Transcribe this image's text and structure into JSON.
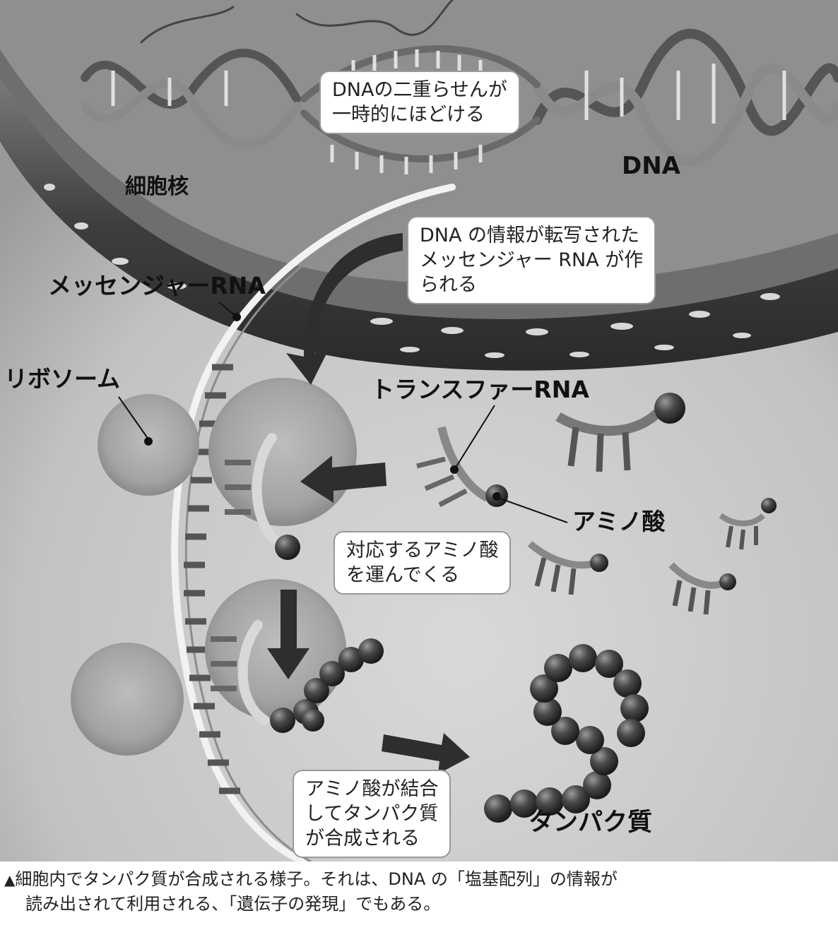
{
  "labels": {
    "nucleus": "細胞核",
    "dna": "DNA",
    "mrna": "メッセンジャーRNA",
    "ribosome": "リボソーム",
    "trna": "トランスファーRNA",
    "amino_acid": "アミノ酸",
    "protein": "タンパク質"
  },
  "callouts": {
    "unwind": "DNAの二重らせんが\n一時的にほどける",
    "transcribe": "DNA の情報が転写された\nメッセンジャー RNA が作\nられる",
    "carry": "対応するアミノ酸\nを運んでくる",
    "bind": "アミノ酸が結合\nしてタンパク質\nが合成される"
  },
  "caption": {
    "marker": "▲",
    "line1": "細胞内でタンパク質が合成される様子。それは、DNA の「塩基配列」の情報が",
    "line2": "読み出されて利用される、「遺伝子の発現」でもある。"
  }
}
